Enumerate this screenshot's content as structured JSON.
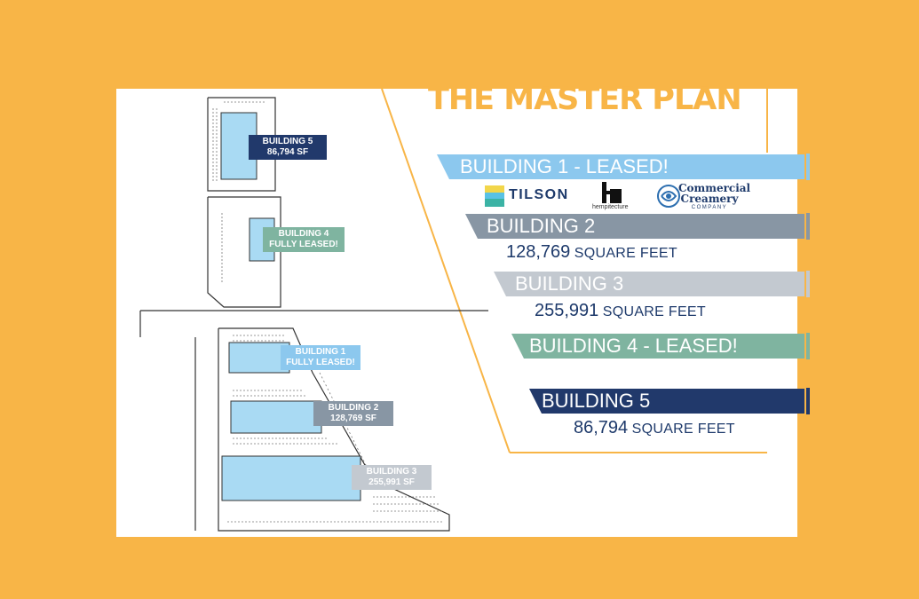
{
  "title": "THE MASTER PLAN",
  "colors": {
    "background": "#f8b547",
    "building1": "#8cc8ee",
    "building2": "#8896a4",
    "building3": "#c3c9d0",
    "building4": "#7fb4a0",
    "building5": "#21396b",
    "footprint": "#a9daf3"
  },
  "site_labels": {
    "b5": {
      "line1": "BUILDING 5",
      "line2": "86,794 SF"
    },
    "b4": {
      "line1": "BUILDING 4",
      "line2": "FULLY LEASED!"
    },
    "b1": {
      "line1": "BUILDING 1",
      "line2": "FULLY LEASED!"
    },
    "b2": {
      "line1": "BUILDING 2",
      "line2": "128,769 SF"
    },
    "b3": {
      "line1": "BUILDING 3",
      "line2": "255,991 SF"
    }
  },
  "bands": {
    "b1": {
      "label": "BUILDING 1  - LEASED!"
    },
    "b2": {
      "label": "BUILDING 2",
      "sqft": "128,769",
      "unit": "SQUARE FEET"
    },
    "b3": {
      "label": "BUILDING 3",
      "sqft": "255,991",
      "unit": "SQUARE FEET"
    },
    "b4": {
      "label": "BUILDING 4  - LEASED!"
    },
    "b5": {
      "label": "BUILDING 5",
      "sqft": "86,794",
      "unit": "SQUARE FEET"
    }
  },
  "tenants": [
    {
      "name": "TILSON",
      "icon": "tilson-logo-icon"
    },
    {
      "name": "hempitecture",
      "icon": "hempitecture-logo-icon"
    },
    {
      "name": "Commercial Creamery",
      "sub": "COMPANY",
      "icon": "creamery-swirl-icon"
    }
  ]
}
